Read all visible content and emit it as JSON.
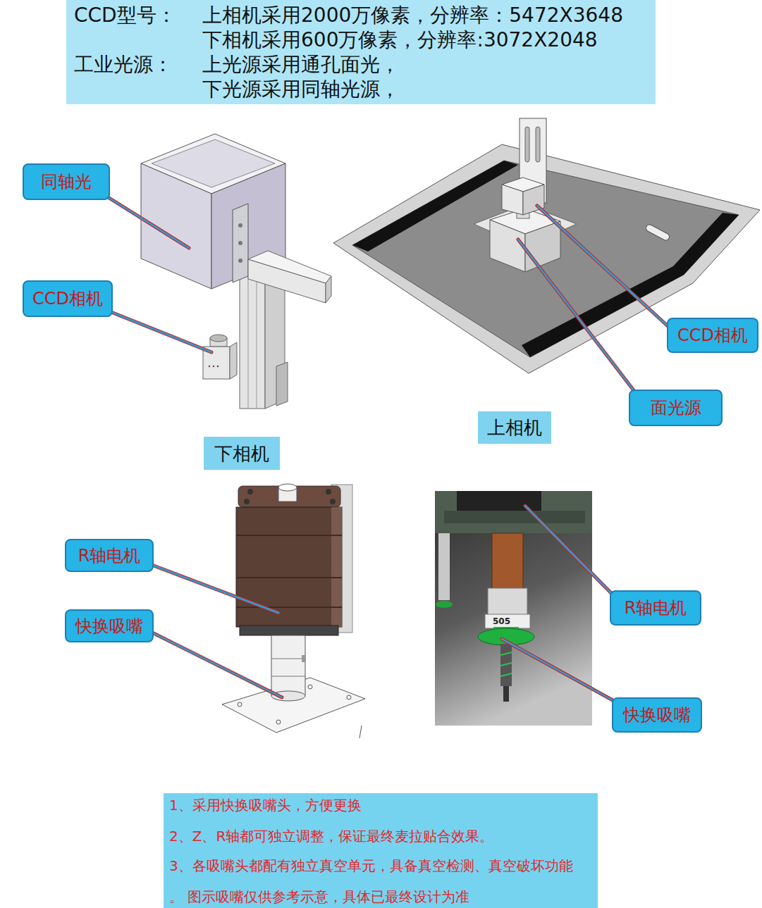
{
  "diagram": {
    "nodes": [
      {
        "text": [
          "CCD型号：",
          "上相机采用2000万像素，分辨率：5472X3648",
          "下相机采用600万像素，分辨率:3072X2048",
          "工业光源：",
          "上光源采用通孔面光，",
          "下光源采用同轴光源，"
        ]
      },
      {
        "text": [
          "同轴光"
        ]
      },
      {
        "text": [
          "CCD相机"
        ]
      },
      {
        "text": [
          "CCD相机"
        ]
      },
      {
        "text": [
          "面光源"
        ]
      },
      {
        "text": [
          "上相机"
        ]
      },
      {
        "text": [
          "下相机"
        ]
      },
      {
        "text": [
          "R轴电机"
        ]
      },
      {
        "text": [
          "快换吸嘴"
        ]
      },
      {
        "text": [
          "R轴电机"
        ]
      },
      {
        "text": [
          "快换吸嘴"
        ]
      },
      {
        "text": [
          "1、采用快换吸嘴头，方便更换",
          "2、Z、R轴都可独立调整，保证最终麦拉贴合效果。",
          "3、各吸嘴头都配有独立真空单元，具备真空检测、真空破坏功能",
          "。 图示吸嘴仅供参考示意，具体已最终设计为准"
        ]
      }
    ],
    "labels": [
      "505"
    ]
  }
}
